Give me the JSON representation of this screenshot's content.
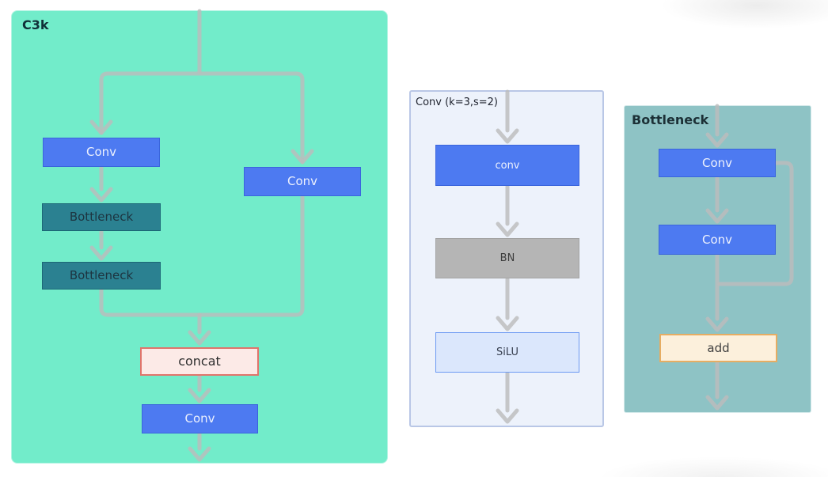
{
  "panels": {
    "c3k": {
      "label": "C3k",
      "nodes": {
        "conv_left": "Conv",
        "bottleneck_1": "Bottleneck",
        "bottleneck_2": "Bottleneck",
        "conv_right": "Conv",
        "concat": "concat",
        "conv_out": "Conv"
      }
    },
    "conv_block": {
      "label": "Conv (k=3,s=2)",
      "nodes": {
        "conv": "conv",
        "bn": "BN",
        "silu": "SiLU"
      }
    },
    "bottleneck": {
      "label": "Bottleneck",
      "nodes": {
        "conv_1": "Conv",
        "conv_2": "Conv",
        "add": "add"
      }
    }
  },
  "colors": {
    "panel_c3k_bg": "#72ecca",
    "panel_conv_bg": "#edf2fb",
    "panel_conv_border": "#b9c7e6",
    "panel_bottleneck_bg": "#8ec3c5",
    "node_blue": "#4d7af1",
    "node_teal": "#2b8191",
    "node_gray": "#b5b5b5",
    "node_silu_bg": "#dbe7fc",
    "node_silu_border": "#6d9af2",
    "node_concat_bg": "#fceae7",
    "node_concat_border": "#e0746b",
    "node_add_bg": "#fcf0dc",
    "node_add_border": "#e6ad63",
    "connector": "#bcbcbc"
  }
}
